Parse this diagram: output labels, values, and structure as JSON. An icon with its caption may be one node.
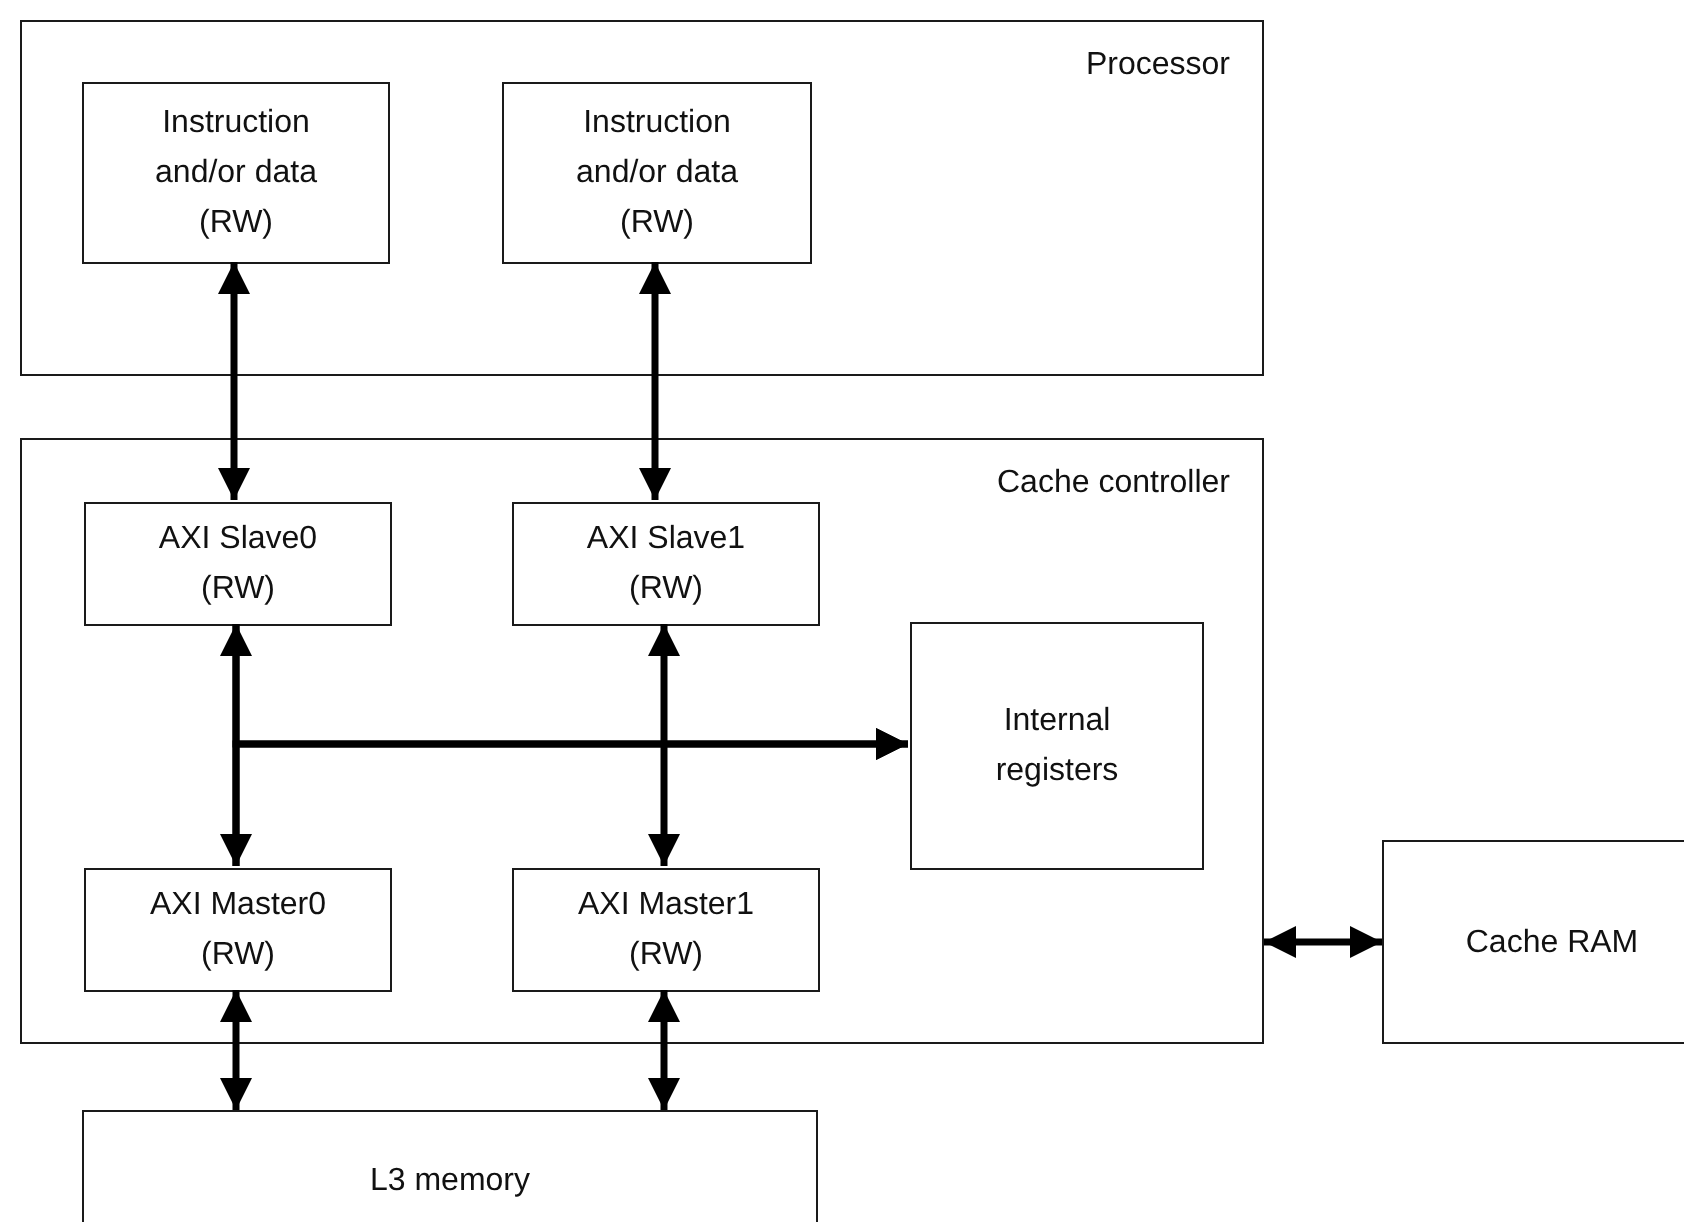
{
  "diagram": {
    "nodes": [
      {
        "text": [
          "Processor"
        ]
      },
      {
        "text": [
          "Instruction and/or data (RW)"
        ],
        "in": 0
      },
      {
        "text": [
          "Instruction and/or data (RW)"
        ],
        "in": 0
      },
      {
        "text": [
          "Cache controller"
        ]
      },
      {
        "text": [
          "AXI Slave0 (RW)"
        ],
        "in": 3
      },
      {
        "text": [
          "AXI Slave1 (RW)"
        ],
        "in": 3
      },
      {
        "text": [
          "Internal registers"
        ],
        "in": 3
      },
      {
        "text": [
          "AXI Master0 (RW)"
        ],
        "in": 3
      },
      {
        "text": [
          "AXI Master1 (RW)"
        ],
        "in": 3
      },
      {
        "text": [
          "Cache RAM"
        ]
      },
      {
        "text": [
          "L3 memory"
        ]
      }
    ],
    "edges": [
      {
        "from": 1,
        "to": 4,
        "arrow": "both"
      },
      {
        "from": 2,
        "to": 5,
        "arrow": "both"
      },
      {
        "from": 4,
        "to": 7,
        "arrow": "both"
      },
      {
        "from": 5,
        "to": 8,
        "arrow": "both"
      },
      {
        "from": 4,
        "to": 6,
        "arrow": "to"
      },
      {
        "from": 7,
        "to": 6,
        "arrow": "to"
      },
      {
        "from": 7,
        "to": 10,
        "arrow": "both"
      },
      {
        "from": 8,
        "to": 10,
        "arrow": "both"
      },
      {
        "from": 3,
        "to": 9,
        "arrow": "both"
      }
    ]
  }
}
